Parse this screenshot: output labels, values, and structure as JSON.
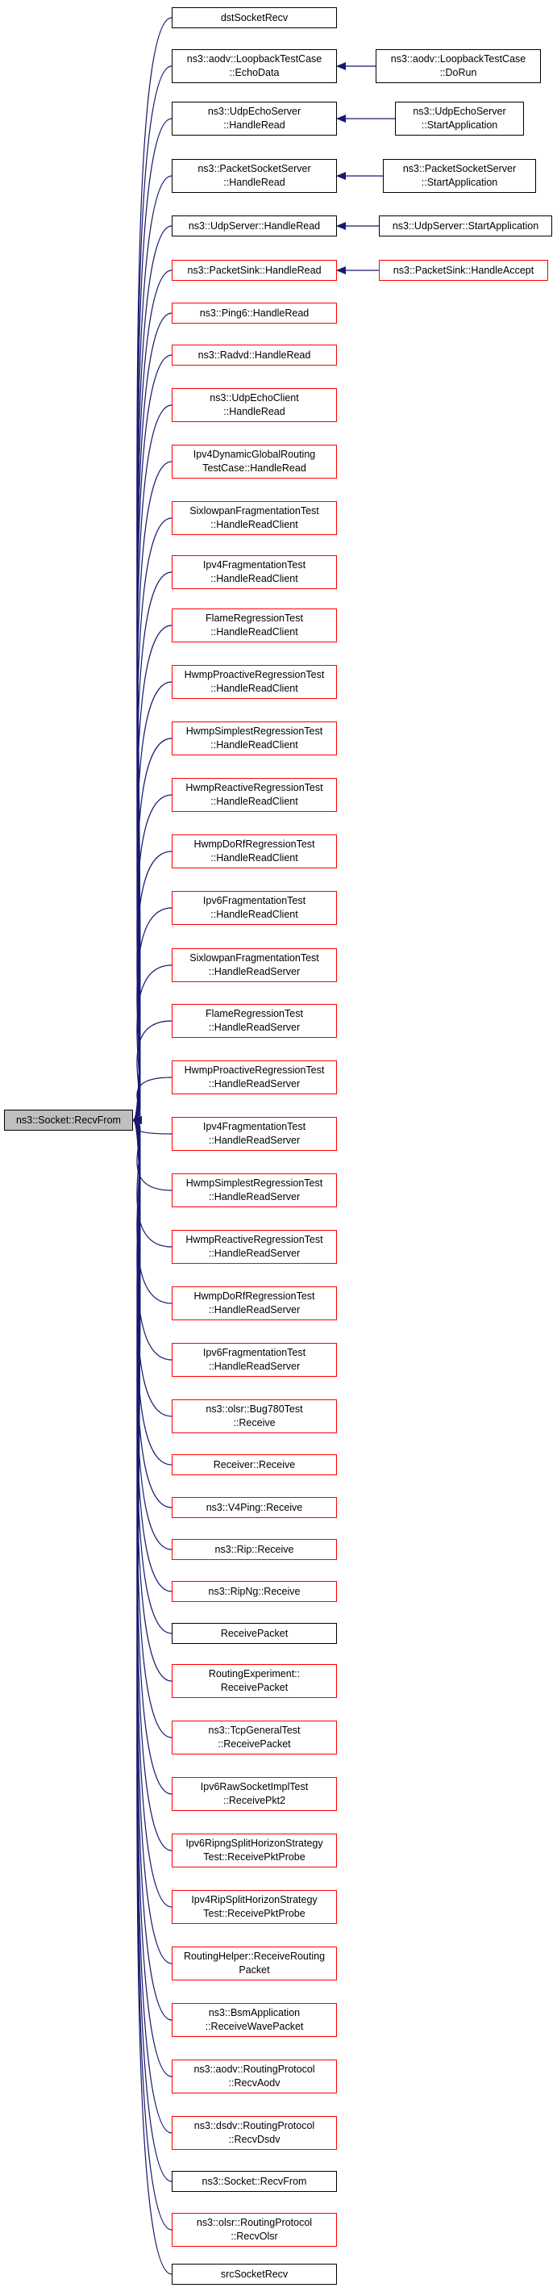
{
  "root": {
    "lines": [
      "ns3::Socket::RecvFrom"
    ]
  },
  "callers": [
    {
      "lines": [
        "dstSocketRecv"
      ],
      "color": "black"
    },
    {
      "lines": [
        "ns3::aodv::LoopbackTestCase",
        "::EchoData"
      ],
      "color": "black"
    },
    {
      "lines": [
        "ns3::UdpEchoServer",
        "::HandleRead"
      ],
      "color": "black"
    },
    {
      "lines": [
        "ns3::PacketSocketServer",
        "::HandleRead"
      ],
      "color": "black"
    },
    {
      "lines": [
        "ns3::UdpServer::HandleRead"
      ],
      "color": "black"
    },
    {
      "lines": [
        "ns3::PacketSink::HandleRead"
      ],
      "color": "red"
    },
    {
      "lines": [
        "ns3::Ping6::HandleRead"
      ],
      "color": "red"
    },
    {
      "lines": [
        "ns3::Radvd::HandleRead"
      ],
      "color": "red"
    },
    {
      "lines": [
        "ns3::UdpEchoClient",
        "::HandleRead"
      ],
      "color": "red"
    },
    {
      "lines": [
        "Ipv4DynamicGlobalRouting",
        "TestCase::HandleRead"
      ],
      "color": "red"
    },
    {
      "lines": [
        "SixlowpanFragmentationTest",
        "::HandleReadClient"
      ],
      "color": "red"
    },
    {
      "lines": [
        "Ipv4FragmentationTest",
        "::HandleReadClient"
      ],
      "color": "red"
    },
    {
      "lines": [
        "FlameRegressionTest",
        "::HandleReadClient"
      ],
      "color": "red"
    },
    {
      "lines": [
        "HwmpProactiveRegressionTest",
        "::HandleReadClient"
      ],
      "color": "red"
    },
    {
      "lines": [
        "HwmpSimplestRegressionTest",
        "::HandleReadClient"
      ],
      "color": "red"
    },
    {
      "lines": [
        "HwmpReactiveRegressionTest",
        "::HandleReadClient"
      ],
      "color": "red"
    },
    {
      "lines": [
        "HwmpDoRfRegressionTest",
        "::HandleReadClient"
      ],
      "color": "red"
    },
    {
      "lines": [
        "Ipv6FragmentationTest",
        "::HandleReadClient"
      ],
      "color": "red"
    },
    {
      "lines": [
        "SixlowpanFragmentationTest",
        "::HandleReadServer"
      ],
      "color": "red"
    },
    {
      "lines": [
        "FlameRegressionTest",
        "::HandleReadServer"
      ],
      "color": "red"
    },
    {
      "lines": [
        "HwmpProactiveRegressionTest",
        "::HandleReadServer"
      ],
      "color": "red"
    },
    {
      "lines": [
        "Ipv4FragmentationTest",
        "::HandleReadServer"
      ],
      "color": "red"
    },
    {
      "lines": [
        "HwmpSimplestRegressionTest",
        "::HandleReadServer"
      ],
      "color": "red"
    },
    {
      "lines": [
        "HwmpReactiveRegressionTest",
        "::HandleReadServer"
      ],
      "color": "red"
    },
    {
      "lines": [
        "HwmpDoRfRegressionTest",
        "::HandleReadServer"
      ],
      "color": "red"
    },
    {
      "lines": [
        "Ipv6FragmentationTest",
        "::HandleReadServer"
      ],
      "color": "red"
    },
    {
      "lines": [
        "ns3::olsr::Bug780Test",
        "::Receive"
      ],
      "color": "red"
    },
    {
      "lines": [
        "Receiver::Receive"
      ],
      "color": "red"
    },
    {
      "lines": [
        "ns3::V4Ping::Receive"
      ],
      "color": "red"
    },
    {
      "lines": [
        "ns3::Rip::Receive"
      ],
      "color": "red"
    },
    {
      "lines": [
        "ns3::RipNg::Receive"
      ],
      "color": "red"
    },
    {
      "lines": [
        "ReceivePacket"
      ],
      "color": "black"
    },
    {
      "lines": [
        "RoutingExperiment::",
        "ReceivePacket"
      ],
      "color": "red"
    },
    {
      "lines": [
        "ns3::TcpGeneralTest",
        "::ReceivePacket"
      ],
      "color": "red"
    },
    {
      "lines": [
        "Ipv6RawSocketImplTest",
        "::ReceivePkt2"
      ],
      "color": "red"
    },
    {
      "lines": [
        "Ipv6RipngSplitHorizonStrategy",
        "Test::ReceivePktProbe"
      ],
      "color": "red"
    },
    {
      "lines": [
        "Ipv4RipSplitHorizonStrategy",
        "Test::ReceivePktProbe"
      ],
      "color": "red"
    },
    {
      "lines": [
        "RoutingHelper::ReceiveRouting",
        "Packet"
      ],
      "color": "red"
    },
    {
      "lines": [
        "ns3::BsmApplication",
        "::ReceiveWavePacket"
      ],
      "color": "red"
    },
    {
      "lines": [
        "ns3::aodv::RoutingProtocol",
        "::RecvAodv"
      ],
      "color": "red"
    },
    {
      "lines": [
        "ns3::dsdv::RoutingProtocol",
        "::RecvDsdv"
      ],
      "color": "red"
    },
    {
      "lines": [
        "ns3::Socket::RecvFrom"
      ],
      "color": "black"
    },
    {
      "lines": [
        "ns3::olsr::RoutingProtocol",
        "::RecvOlsr"
      ],
      "color": "red"
    },
    {
      "lines": [
        "srcSocketRecv"
      ],
      "color": "black"
    }
  ],
  "second_level": [
    {
      "caller_index": 1,
      "lines": [
        "ns3::aodv::LoopbackTestCase",
        "::DoRun"
      ],
      "color": "black"
    },
    {
      "caller_index": 2,
      "lines": [
        "ns3::UdpEchoServer",
        "::StartApplication"
      ],
      "color": "black"
    },
    {
      "caller_index": 3,
      "lines": [
        "ns3::PacketSocketServer",
        "::StartApplication"
      ],
      "color": "black"
    },
    {
      "caller_index": 4,
      "lines": [
        "ns3::UdpServer::StartApplication"
      ],
      "color": "black"
    },
    {
      "caller_index": 5,
      "lines": [
        "ns3::PacketSink::HandleAccept"
      ],
      "color": "red"
    }
  ],
  "colors": {
    "edge": "#191970",
    "black_border": "#000000",
    "red_border": "#ff0000",
    "root_fill": "#bfbfbf"
  }
}
